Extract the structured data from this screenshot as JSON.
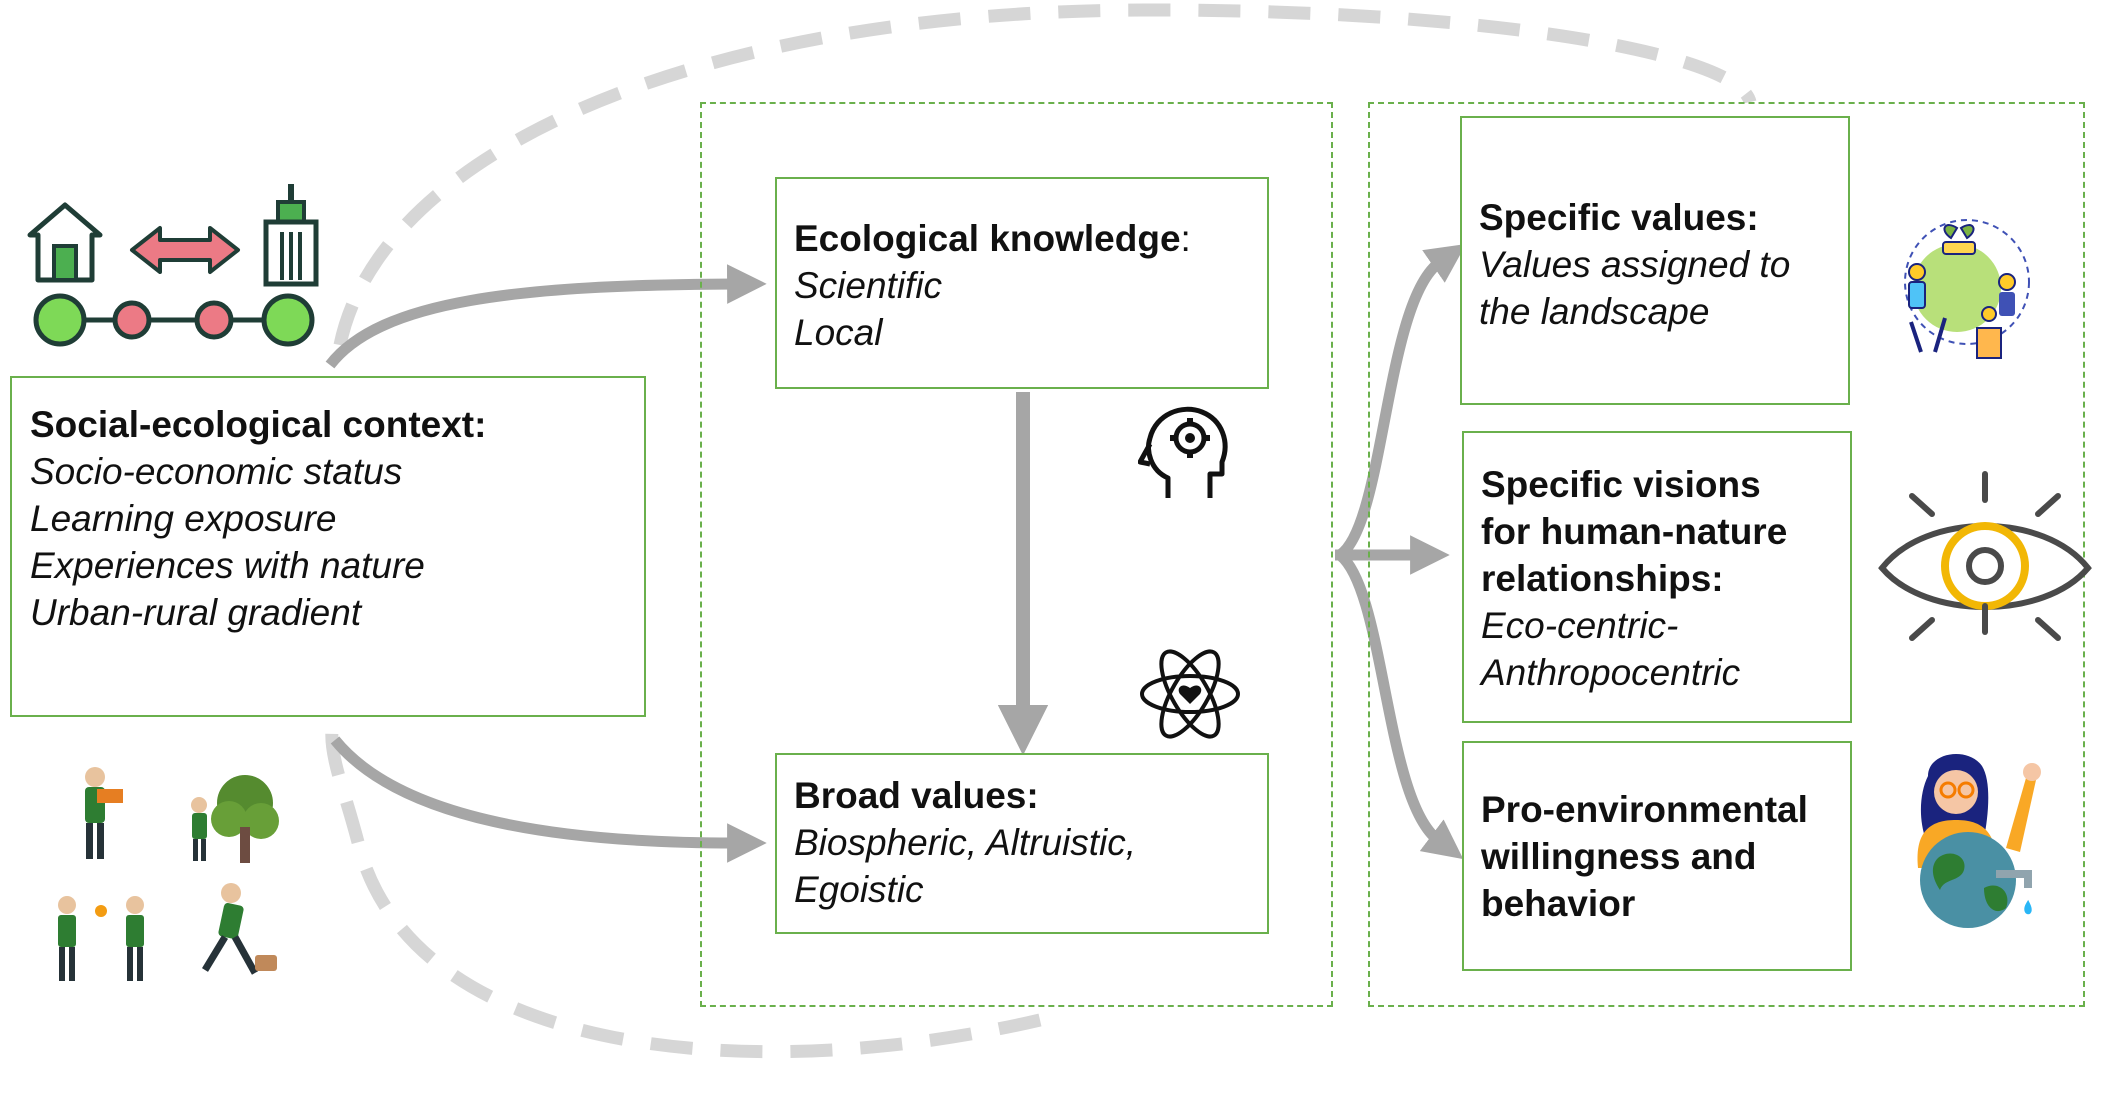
{
  "context": {
    "title": "Social-ecological context:",
    "items": [
      "Socio-economic status",
      "Learning exposure",
      "Experiences with nature",
      "Urban-rural gradient"
    ]
  },
  "knowledge": {
    "title": "Ecological knowledge",
    "title_suffix": ":",
    "items": [
      "Scientific",
      "Local"
    ]
  },
  "broad_values": {
    "title": "Broad values:",
    "items": [
      "Biospheric, Altruistic,",
      "Egoistic"
    ]
  },
  "specific_values": {
    "title": "Specific values:",
    "items": [
      "Values assigned to",
      "the landscape"
    ]
  },
  "visions": {
    "title_lines": [
      "Specific visions",
      "for human-nature",
      "relationships:"
    ],
    "items": [
      "Eco-centric-",
      "Anthropocentric"
    ]
  },
  "behavior": {
    "title_lines": [
      "Pro-environmental",
      "willingness and",
      "behavior"
    ]
  },
  "icons": {
    "urban_rural": "house-arrow-building-icon",
    "people": "people-in-nature-icon",
    "head": "head-gear-icon",
    "atom": "atom-heart-icon",
    "community": "community-hands-icon",
    "eye": "eye-icon",
    "earth": "woman-holding-earth-icon"
  },
  "colors": {
    "box_border": "#6ab04c",
    "arrow": "#a6a6a6",
    "loop": "#d6d6d6",
    "node_green": "#7ed957",
    "node_pink": "#ec7a85",
    "eye_iris": "#f2b705"
  }
}
